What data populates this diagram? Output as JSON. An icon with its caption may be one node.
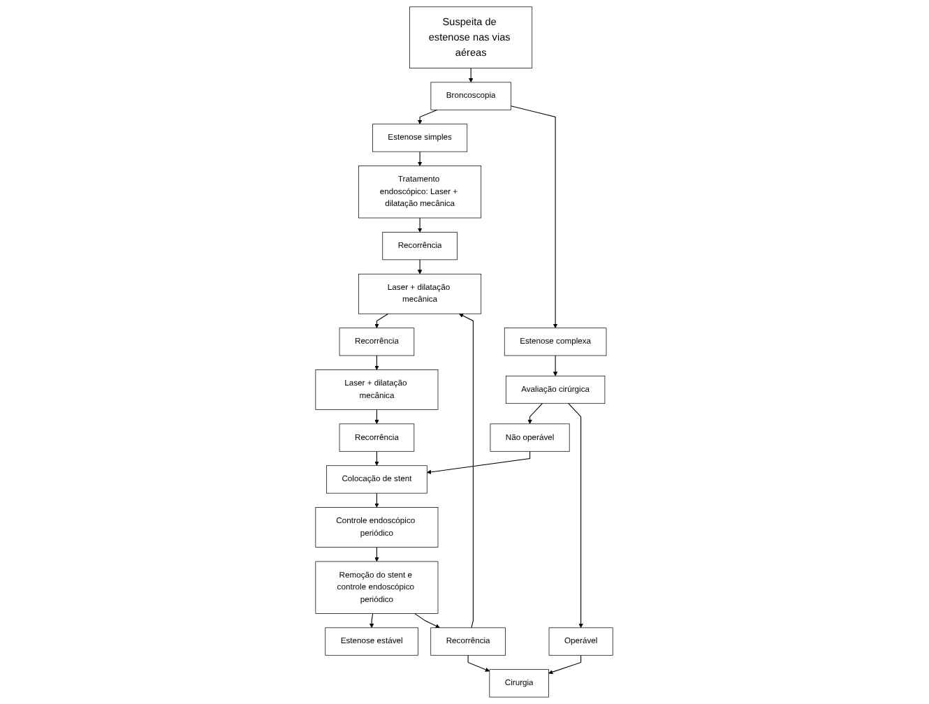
{
  "diagram": {
    "nodes": [
      {
        "text": [
          "Suspeita de estenose nas vias aéreas"
        ]
      },
      {
        "text": [
          "Broncoscopia"
        ]
      },
      {
        "text": [
          "Estenose simples"
        ]
      },
      {
        "text": [
          "Estenose complexa"
        ]
      },
      {
        "text": [
          "Tratamento endoscópico: Laser + dilatação mecânica"
        ]
      },
      {
        "text": [
          "Avaliação cirúrgica"
        ]
      },
      {
        "text": [
          "Recorrência"
        ]
      },
      {
        "text": [
          "Não operável"
        ]
      },
      {
        "text": [
          "Operável"
        ]
      },
      {
        "text": [
          "Laser + dilatação mecânica"
        ]
      },
      {
        "text": [
          "Cirurgia"
        ]
      },
      {
        "text": [
          "Recorrência"
        ]
      },
      {
        "text": [
          "Laser + dilatação mecânica"
        ]
      },
      {
        "text": [
          "Recorrência"
        ]
      },
      {
        "text": [
          "Recorrência"
        ]
      },
      {
        "text": [
          "Colocação de stent"
        ]
      },
      {
        "text": [
          "Controle endoscópico periódico"
        ]
      },
      {
        "text": [
          "Remoção do stent e controle endoscópico periódico"
        ]
      },
      {
        "text": [
          "Estenose estável"
        ]
      }
    ],
    "edges": [
      {
        "from": 0,
        "to": 1,
        "arrow": "to"
      },
      {
        "from": 1,
        "to": 2,
        "arrow": "to"
      },
      {
        "from": 1,
        "to": 3,
        "arrow": "to"
      },
      {
        "from": 2,
        "to": 4,
        "arrow": "to"
      },
      {
        "from": 3,
        "to": 5,
        "arrow": "to"
      },
      {
        "from": 4,
        "to": 6,
        "arrow": "to"
      },
      {
        "from": 5,
        "to": 7,
        "arrow": "to"
      },
      {
        "from": 5,
        "to": 8,
        "arrow": "to"
      },
      {
        "from": 6,
        "to": 9,
        "arrow": "to"
      },
      {
        "from": 8,
        "to": 10,
        "arrow": "to"
      },
      {
        "from": 9,
        "to": 11,
        "arrow": "to"
      },
      {
        "from": 11,
        "to": 12,
        "arrow": "to"
      },
      {
        "from": 12,
        "to": 13,
        "arrow": "to"
      },
      {
        "from": 13,
        "to": 15,
        "arrow": "to"
      },
      {
        "from": 7,
        "to": 15,
        "arrow": "to"
      },
      {
        "from": 15,
        "to": 16,
        "arrow": "to"
      },
      {
        "from": 16,
        "to": 17,
        "arrow": "to"
      },
      {
        "from": 17,
        "to": 18,
        "arrow": "to"
      },
      {
        "from": 17,
        "to": 14,
        "arrow": "to"
      },
      {
        "from": 14,
        "to": 9,
        "arrow": "to"
      },
      {
        "from": 14,
        "to": 10,
        "arrow": "to"
      }
    ]
  }
}
